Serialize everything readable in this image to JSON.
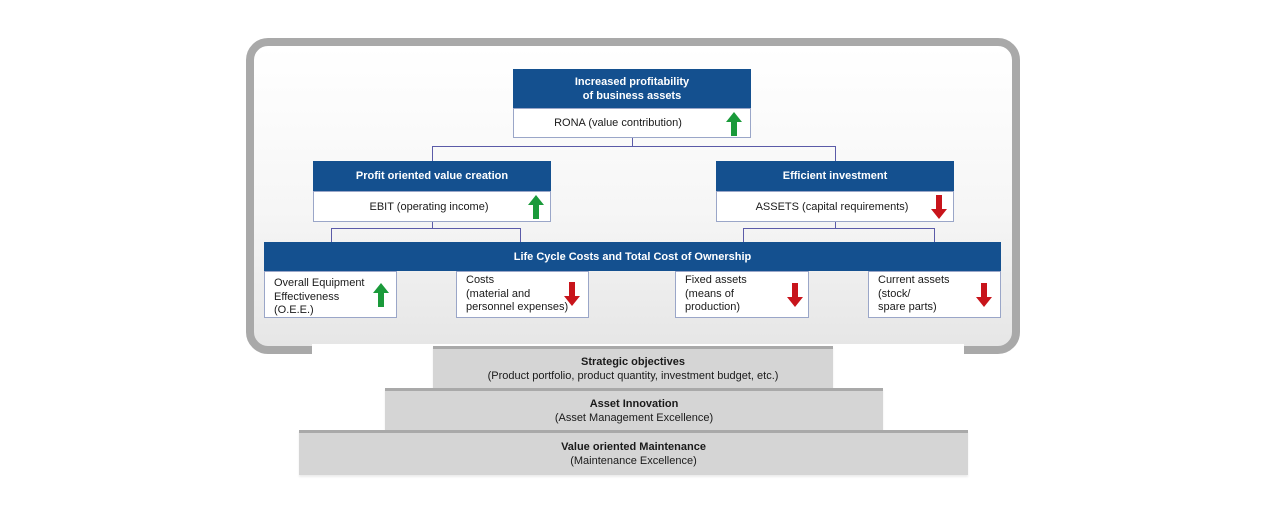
{
  "top": {
    "title": "Increased profitability\nof business assets",
    "metric": "RONA (value contribution)",
    "trend": "up"
  },
  "branches": [
    {
      "title": "Profit oriented value creation",
      "metric": "EBIT (operating income)",
      "trend": "up"
    },
    {
      "title": "Efficient investment",
      "metric": "ASSETS (capital requirements)",
      "trend": "down"
    }
  ],
  "lcc": {
    "title": "Life Cycle Costs and Total Cost of Ownership",
    "items": [
      {
        "label": "Overall Equipment\nEffectiveness\n(O.E.E.)",
        "trend": "up"
      },
      {
        "label": "Costs\n(material and\npersonnel expenses)",
        "trend": "down"
      },
      {
        "label": "Fixed assets\n(means of\nproduction)",
        "trend": "down"
      },
      {
        "label": "Current assets\n(stock/\nspare parts)",
        "trend": "down"
      }
    ]
  },
  "steps": [
    {
      "title": "Strategic objectives",
      "subtitle": "(Product portfolio, product quantity, investment budget, etc.)"
    },
    {
      "title": "Asset Innovation",
      "subtitle": "(Asset Management Excellence)"
    },
    {
      "title": "Value oriented Maintenance",
      "subtitle": "(Maintenance Excellence)"
    }
  ],
  "colors": {
    "header_blue": "#14508f",
    "up_green": "#1a9a3a",
    "down_red": "#c8141b",
    "frame_gray": "#a9a9a9",
    "step_gray": "#d5d5d5"
  }
}
